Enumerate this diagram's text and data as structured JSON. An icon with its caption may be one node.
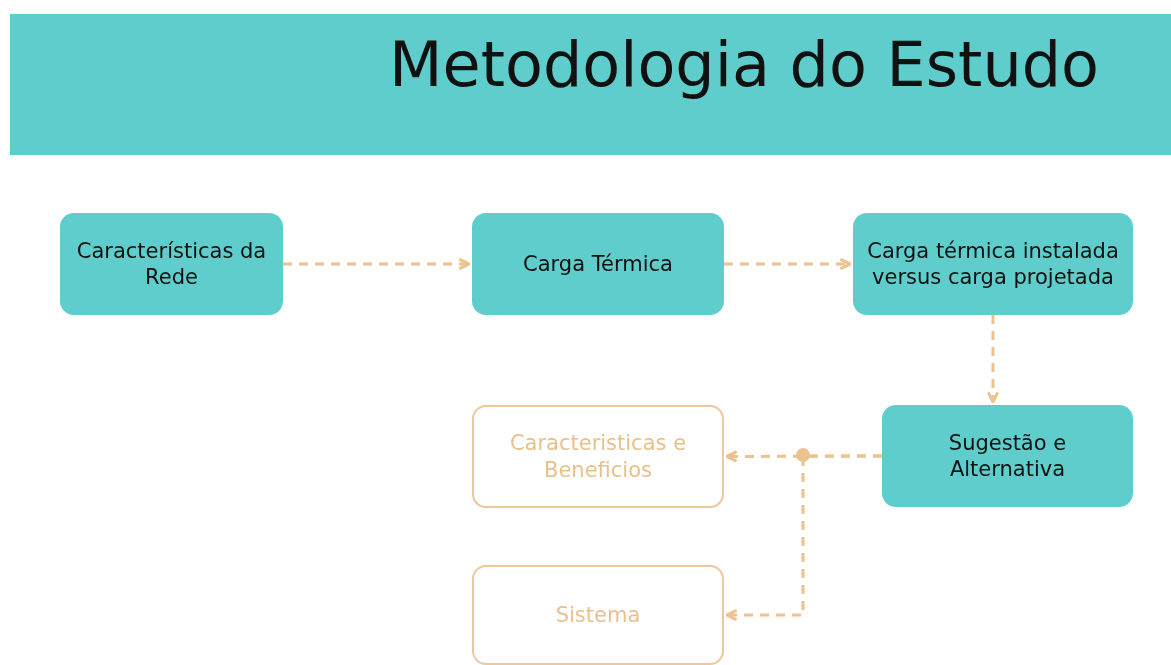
{
  "diagram": {
    "title": "Metodologia do Estudo",
    "nodes": [
      {
        "text": [
          "Características da Rede"
        ]
      },
      {
        "text": [
          "Carga Térmica"
        ]
      },
      {
        "text": [
          "Carga térmica instalada versus carga projetada"
        ]
      },
      {
        "text": [
          "Sugestão e Alternativa"
        ]
      },
      {
        "text": [
          "Caracteristicas e Beneficios"
        ]
      },
      {
        "text": [
          "Sistema"
        ]
      }
    ],
    "edges": [
      {
        "from": 0,
        "to": 1,
        "arrow": "to",
        "style": "dashed"
      },
      {
        "from": 1,
        "to": 2,
        "arrow": "to",
        "style": "dashed"
      },
      {
        "from": 2,
        "to": 3,
        "arrow": "to",
        "style": "dashed"
      },
      {
        "from": 3,
        "to": 4,
        "arrow": "to",
        "style": "dashed"
      },
      {
        "from": 3,
        "to": 5,
        "arrow": "to",
        "style": "dashed"
      }
    ]
  }
}
